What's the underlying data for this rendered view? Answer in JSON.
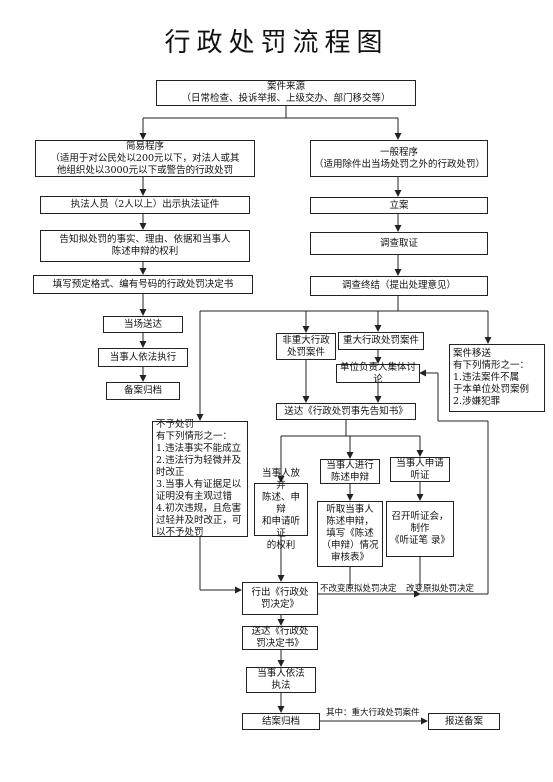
{
  "title": "行政处罚流程图",
  "nodes": {
    "source": [
      "案件来源",
      "（日常检查、投诉举报、上级交办、部门移交等）"
    ],
    "simple": [
      "简易程序",
      "（适用于对公民处以200元以下，对法人或其",
      "他组织处以3000元以下或警告的行政处罚"
    ],
    "general": [
      "一般程序",
      "（适用除件出当场处罚之外的行政处罚）"
    ],
    "show_cert": [
      "执法人员（2人以上）出示执法证件"
    ],
    "inform": [
      "告知拟处罚的事实、理由、依据和当事人",
      "陈述申辩的权利"
    ],
    "fill_form": [
      "填写预定格式、编有号码的行政处罚决定书"
    ],
    "deliver_spot": [
      "当场送达"
    ],
    "execute_simple": [
      "当事人依法执行"
    ],
    "archive_simple": [
      "备案归档"
    ],
    "register": [
      "立案"
    ],
    "investigate": [
      "调查取证"
    ],
    "conclude": [
      "调查终结（提出处理意见）"
    ],
    "non_major": [
      "非重大行政",
      "处罚案件"
    ],
    "major": [
      "重大行政处罚案件"
    ],
    "transfer": [
      "案件移送",
      "有下列情形之一：",
      "1.违法案件不属",
      "于本单位处罚案例",
      "2.涉嫌犯罪"
    ],
    "collective": [
      "单位负责人集体讨论"
    ],
    "no_penalty": [
      "不予处罚",
      "有下列情形之一：",
      "1.违法事实不能成立",
      "2.违法行为轻微并及",
      "时改正",
      "3.当事人有证据足以",
      "证明没有主观过错",
      "4.初次违规，且危害",
      "过轻并及时改正，可",
      "以不予处罚"
    ],
    "prior_notice": [
      "送达《行政处罚事先告知书》"
    ],
    "defense": [
      "当事人进行",
      "陈述申辩"
    ],
    "hearing_apply": [
      "当事人申请",
      "听证"
    ],
    "waive": [
      "当事人放弃",
      "陈述、申辩",
      "和申请听证",
      "的权利"
    ],
    "record_defense": [
      "听取当事人",
      "陈述申辩，",
      "填写《陈述",
      "（申辩）情况",
      "审核表》"
    ],
    "hearing": [
      "召开听证会，",
      "制作",
      "《听证笔 录》"
    ],
    "decision": [
      "行出《行政处",
      "罚决定》"
    ],
    "deliver_decision": [
      "送达《行政处",
      "罚决定书》"
    ],
    "execute": [
      "当事人依法",
      "执法"
    ],
    "archive": [
      "结案归档"
    ],
    "report": [
      "报送备案"
    ]
  },
  "labels": {
    "no_change_1": "不改变原拟处罚决定",
    "no_change_2": "改变原拟处罚决定",
    "major_note": "其中：重大行政处罚案件"
  }
}
